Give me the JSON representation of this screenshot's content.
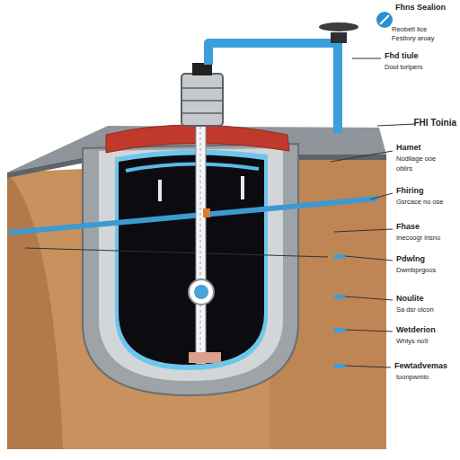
{
  "diagram": {
    "labels": [
      "Fhns Sealion",
      "Reobetl lice",
      "Festiory aroay",
      "Fhd tiule",
      "Dool torlpers",
      "FHI Toinia",
      "Hamet",
      "Nodliage ooe",
      "oblirs",
      "Fhiring",
      "Gsrcace no ose",
      "Fhase",
      "Inecoogr insno",
      "Pdwlng",
      "Dwmbprgoos",
      "Noulite",
      "Sa dsr olcon",
      "Wetderion",
      "Whtys no9",
      "Fewtadvemas",
      "toonpwmio"
    ]
  }
}
